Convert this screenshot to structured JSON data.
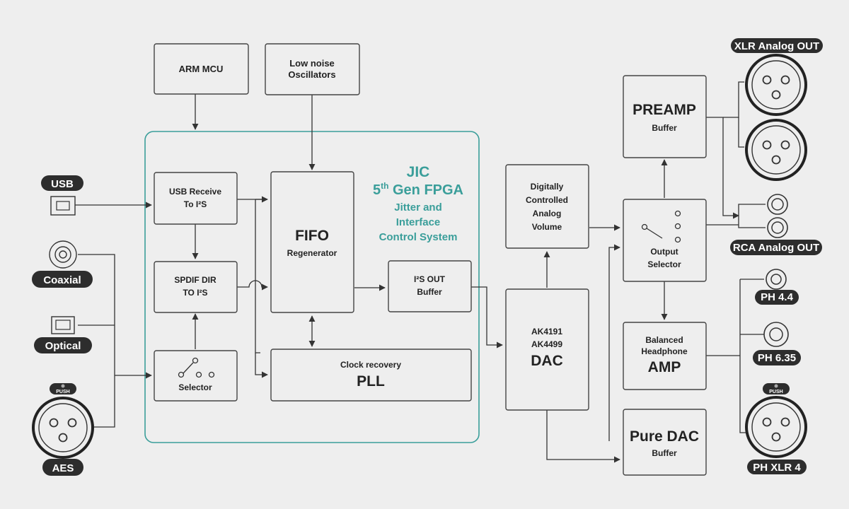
{
  "inputs": {
    "usb": "USB",
    "coaxial": "Coaxial",
    "optical": "Optical",
    "aes": "AES",
    "push": "PUSH"
  },
  "blocks": {
    "arm_mcu": "ARM MCU",
    "oscillators": [
      "Low noise",
      "Oscillators"
    ],
    "usb_receive": [
      "USB Receive",
      "To I²S"
    ],
    "spdif_dir": [
      "SPDIF DIR",
      "TO I²S"
    ],
    "selector": "Selector",
    "fifo": "FIFO",
    "fifo_sub": "Regenerator",
    "i2s_out": [
      "I²S OUT",
      "Buffer"
    ],
    "pll_sub": "Clock recovery",
    "pll": "PLL",
    "volume": [
      "Digitally",
      "Controlled",
      "Analog",
      "Volume"
    ],
    "dac_chips": [
      "AK4191",
      "AK4499"
    ],
    "dac": "DAC",
    "preamp": "PREAMP",
    "preamp_sub": "Buffer",
    "output_selector": [
      "Output",
      "Selector"
    ],
    "hp_amp": [
      "Balanced",
      "Headphone"
    ],
    "hp_amp_big": "AMP",
    "pure_dac": "Pure DAC",
    "pure_dac_sub": "Buffer"
  },
  "fpga": {
    "line1": "JIC",
    "line2_pre": "5",
    "line2_sup": "th",
    "line2_post": " Gen FPGA",
    "line3": "Jitter and",
    "line4": "Interface",
    "line5": "Control System"
  },
  "outputs": {
    "xlr": "XLR Analog OUT",
    "rca": "RCA Analog OUT",
    "ph44": "PH 4.4",
    "ph635": "PH 6.35",
    "phxlr4": "PH XLR 4",
    "push": "PUSH"
  },
  "colors": {
    "accent": "#3a9e9a",
    "pill": "#2d2d2d",
    "line": "#333333"
  }
}
